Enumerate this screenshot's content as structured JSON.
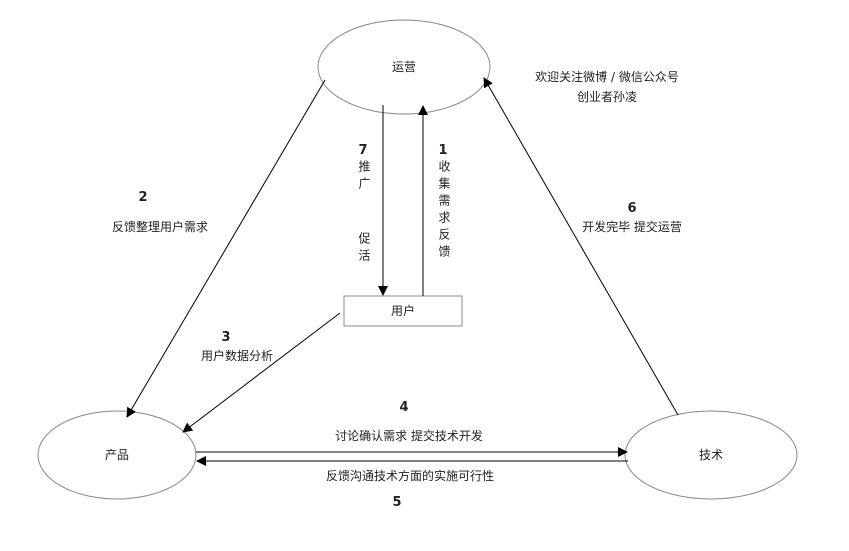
{
  "nodes": {
    "operations": "运营",
    "product": "产品",
    "tech": "技术",
    "user": "用户"
  },
  "edges": {
    "e1": {
      "num": "1",
      "label": "收集需求反馈"
    },
    "e2": {
      "num": "2",
      "label": "反馈整理用户需求"
    },
    "e3": {
      "num": "3",
      "label": "用户数据分析"
    },
    "e4": {
      "num": "4",
      "label": "讨论确认需求 提交技术开发"
    },
    "e5": {
      "num": "5",
      "label": "反馈沟通技术方面的实施可行性"
    },
    "e6": {
      "num": "6",
      "label": "开发完毕 提交运营"
    },
    "e7": {
      "num": "7",
      "label": "推广  促活"
    }
  },
  "note": {
    "line1": "欢迎关注微博 / 微信公众号",
    "line2": "创业者孙凌"
  }
}
